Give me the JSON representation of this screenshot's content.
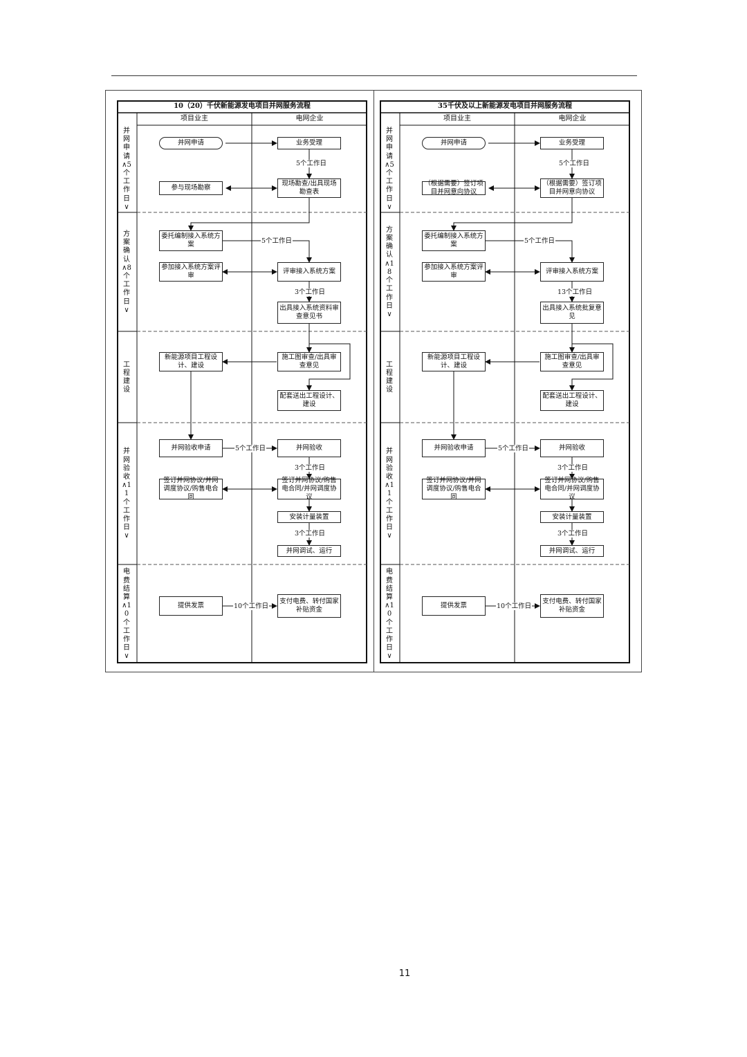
{
  "page_number": "11",
  "left": {
    "title": "10（20）千伏新能源发电项目并网服务流程",
    "lane_owner": "项目业主",
    "lane_grid": "电网企业",
    "phases": [
      "并网申请∧5个工作日∨",
      "方案确认∧8个工作日∨",
      "工程建设",
      "并网验收∧11个工作日∨",
      "电费结算∧10个工作日∨"
    ],
    "boxes": {
      "apply": "并网申请",
      "accept": "业务受理",
      "site_join": "参与现场勘察",
      "site_survey": "现场勘查/出具现场勘查表",
      "entrust": "委托编制接入系统方案",
      "review_join": "参加接入系统方案评审",
      "review": "评审接入系统方案",
      "opinion": "出具接入系统资料审查意见书",
      "build": "新能源项目工程设计、建设",
      "drawing": "施工图审查/出具审查意见",
      "supporting": "配套送出工程设计、建设",
      "acc_apply": "并网验收申请",
      "acc": "并网验收",
      "sign_owner": "签订并网协议/并网调度协议/购售电合同",
      "sign_grid": "签订并网协议/购售电合同/并网调度协议",
      "meter": "安装计量装置",
      "run": "并网调试、运行",
      "invoice": "提供发票",
      "pay": "支付电费、转付国家补贴资金"
    },
    "labels": {
      "d1": "5个工作日",
      "d2": "5个工作日",
      "d3": "3个工作日",
      "d4": "5个工作日",
      "d5": "3个工作日",
      "d6": "3个工作日",
      "d7": "10个工作日"
    }
  },
  "right": {
    "title": "35千伏及以上新能源发电项目并网服务流程",
    "lane_owner": "项目业主",
    "lane_grid": "电网企业",
    "phases": [
      "并网申请∧5个工作日∨",
      "方案确认∧18个工作日∨",
      "工程建设",
      "并网验收∧11个工作日∨",
      "电费结算∧10个工作日∨"
    ],
    "boxes": {
      "apply": "并网申请",
      "accept": "业务受理",
      "site_join": "（根据需要）签订项目并网意向协议",
      "site_survey": "（根据需要）签订项目并网意向协议",
      "entrust": "委托编制接入系统方案",
      "review_join": "参加接入系统方案评审",
      "review": "评审接入系统方案",
      "opinion": "出具接入系统批复意见",
      "build": "新能源项目工程设计、建设",
      "drawing": "施工图审查/出具审查意见",
      "supporting": "配套送出工程设计、建设",
      "acc_apply": "并网验收申请",
      "acc": "并网验收",
      "sign_owner": "签订并网协议/并网调度协议/购售电合同",
      "sign_grid": "签订并网协议/购售电合同/并网调度协议",
      "meter": "安装计量装置",
      "run": "并网调试、运行",
      "invoice": "提供发票",
      "pay": "支付电费、转付国家补贴资金"
    },
    "labels": {
      "d1": "5个工作日",
      "d2": "5个工作日",
      "d3": "13个工作日",
      "d4": "5个工作日",
      "d5": "3个工作日",
      "d6": "3个工作日",
      "d7": "10个工作日"
    }
  }
}
